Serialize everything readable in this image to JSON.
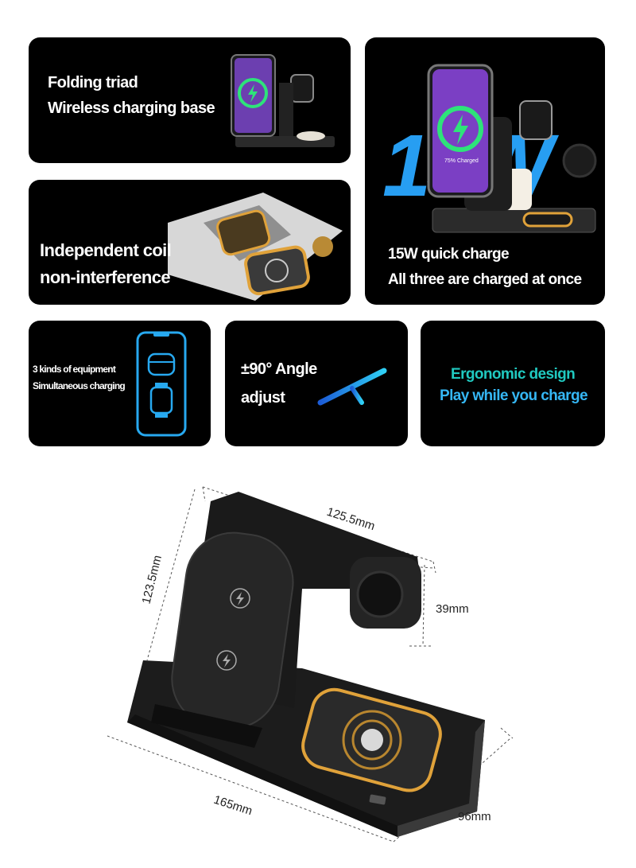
{
  "panels": {
    "folding": {
      "line1": "Folding triad",
      "line2": "Wireless charging base"
    },
    "quick": {
      "big_text": "15W",
      "line1": "15W quick charge",
      "line2": "All three are charged at once"
    },
    "coil": {
      "line1": "Independent coil",
      "line2": "non-interference"
    },
    "equipment": {
      "line1": "3 kinds of equipment",
      "line2": "Simultaneous charging"
    },
    "angle": {
      "line1": "±90° Angle",
      "line2": "adjust"
    },
    "ergonomic": {
      "line1": "Ergonomic design",
      "line2": "Play while you charge"
    }
  },
  "phone_screen": {
    "charge_text": "75% Charged"
  },
  "dimensions": {
    "top_width": "125.5mm",
    "height": "123.5mm",
    "watch_height": "39mm",
    "base_length": "165mm",
    "base_depth": "96mm"
  },
  "colors": {
    "panel_bg": "#000000",
    "ergonomic_teal": "#20c9c0",
    "accent_cyan": "#27c4f0",
    "coil_gold": "#e0a23a"
  },
  "icons": [
    "phone-icon",
    "watch-icon",
    "earbuds-icon",
    "lightning-icon",
    "angle-stand-icon"
  ]
}
